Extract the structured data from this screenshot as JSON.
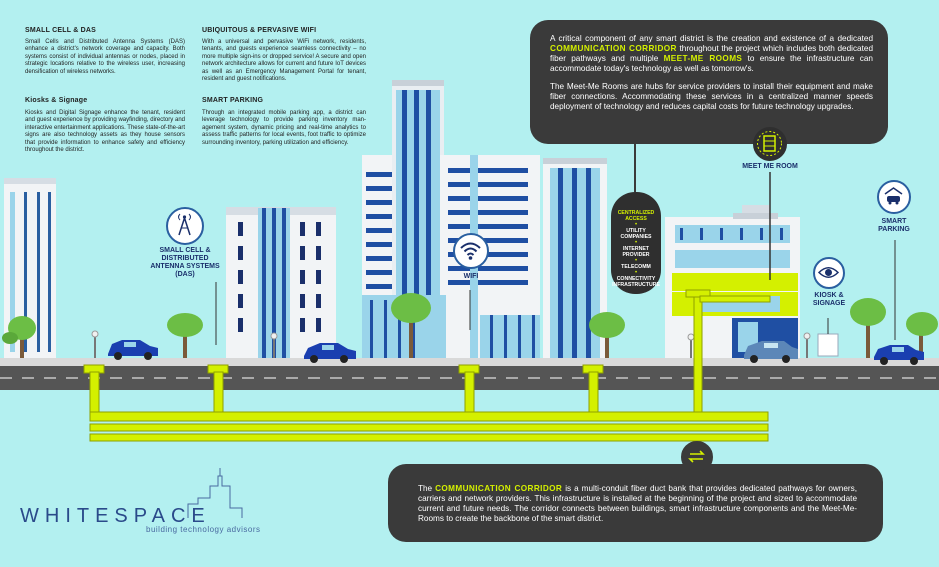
{
  "sections": [
    {
      "title": "SMALL CELL & DAS",
      "body": "Small Cells and Distributed Antenna Systems (DAS) enhance a district's network coverage and capacity. Both systems consist of individual antennas or nodes, placed in strategic locations relative to the wireless user, increasing densification of wireless networks."
    },
    {
      "title": "UBIQUITOUS & PERVASIVE WIFI",
      "body": "With a universal and pervasive WiFi network, residents, tenants, and guests experience seamless connectivity – no more multiple sign-ins or dropped service! A secure and open network architecture allows for current and future IoT devices as well as an Emergency Management Portal for tenant, resident and guest notifications."
    },
    {
      "title": "Kiosks & Signage",
      "body": "Kiosks and Digital Signage enhance the tenant, resident and guest experience by providing wayfinding, directory and interactive entertainment applications. These state-of-the-art signs are also technology assets as they house sensors that provide information to enhance safety and efficiency throughout the district."
    },
    {
      "title": "SMART PARKING",
      "body": "Through an integrated mobile parking app, a district can leverage technology to provide parking inventory man-agement system, dynamic pricing and real-time analytics to assess traffic patterns for local events, foot traffic to optimize surrounding inventory, parking utilization and efficiency."
    }
  ],
  "top_callout": {
    "p1_before": "A critical component of any smart district is the creation and existence of a dedicated ",
    "p1_hl1": "COMMUNICATION CORRIDOR",
    "p1_mid": " throughout the project which includes both dedicated fiber pathways and multiple ",
    "p1_hl2": "MEET-ME ROOMS",
    "p1_after": " to ensure the infrastructure can accommodate today's technology as well as tomorrow's.",
    "p2": "The Meet-Me Rooms are hubs for service providers to install their equipment and make fiber connections. Accommodating these services in a centralized manner speeds deployment of technology and reduces capital costs for future technology upgrades."
  },
  "bottom_callout": {
    "before": "The ",
    "hl": "COMMUNICATION CORRIDOR",
    "after": " is a multi-conduit fiber duct bank that provides dedicated pathways for owners, carriers and network providers. This infrastructure is installed at the beginning of the project and sized to accommodate current and future needs. The corridor connects between buildings, smart infrastructure components and the Meet-Me-Rooms to create the backbone of the smart district."
  },
  "access_pill": {
    "title": "CENTRALIZED ACCESS",
    "items": [
      "UTILITY COMPANIES",
      "INTERNET PROVIDER",
      "TELECOMM",
      "CONNECTIVITY INFRASTRUCTURE"
    ]
  },
  "labels": {
    "small_cell": "SMALL CELL & DISTRIBUTED ANTENNA SYSTEMS (DAS)",
    "wifi": "WIFI",
    "meet_me": "MEET ME ROOM",
    "kiosk": "KIOSK & SIGNAGE",
    "smart_parking": "SMART PARKING"
  },
  "logo": {
    "name": "WHITESPACE",
    "tagline": "building technology advisors"
  },
  "colors": {
    "background": "#b3f0f0",
    "accent": "#d4f000",
    "callout": "#3a3a3a",
    "navy": "#1a2f6b",
    "blue": "#2a5fa0"
  }
}
